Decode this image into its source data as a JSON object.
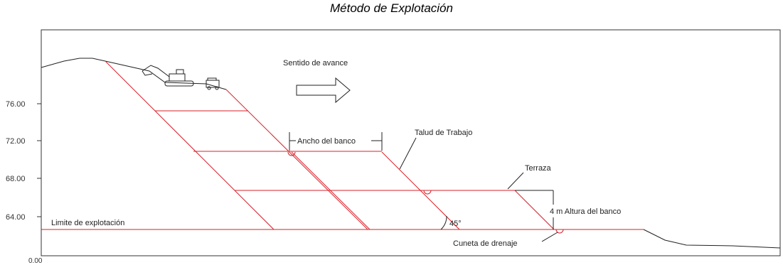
{
  "title": "Método de Explotación",
  "axis": {
    "ticks": [
      "76.00",
      "72.00",
      "68.00",
      "64.00"
    ],
    "origin": "0.00"
  },
  "labels": {
    "advance": "Sentido de avance",
    "bench_width": "Ancho del banco",
    "work_slope": "Talud de Trabajo",
    "terrace": "Terraza",
    "bench_height": "4 m Altura del banco",
    "angle": "45°",
    "limit": "Limite de explotación",
    "drain": "Cuneta de drenaje"
  },
  "colors": {
    "red": "#d9202a",
    "outline": "#222222"
  }
}
